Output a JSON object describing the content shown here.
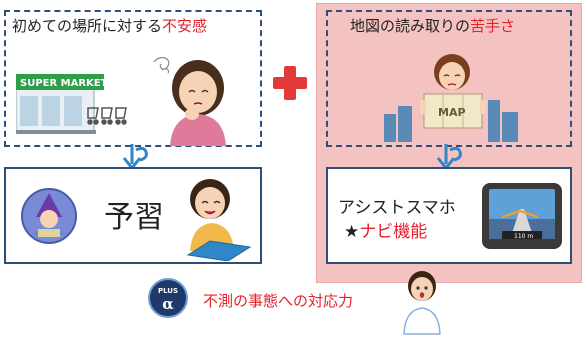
{
  "left_top_box": {
    "title_main": "初めての場所に対する",
    "title_highlight": "不安感",
    "store_sign": "SUPER MARKET"
  },
  "right_top_box": {
    "title_main": "地図の読み取りの",
    "title_highlight": "苦手さ",
    "map_sign": "MAP"
  },
  "left_bottom_box": {
    "label": "予習"
  },
  "right_bottom_box": {
    "line1": "アシストスマホ",
    "line2_star": "★",
    "line2_highlight": "ナビ機能",
    "screen_label": "110 m"
  },
  "plus_badge": {
    "top": "PLUS",
    "symbol": "α"
  },
  "bottom_note": "不測の事態への対応力",
  "colors": {
    "frame": "#2f4f78",
    "accent_red": "#e8202a",
    "pink_panel": "#f5c2c2",
    "arrow_blue": "#2f86c9"
  }
}
